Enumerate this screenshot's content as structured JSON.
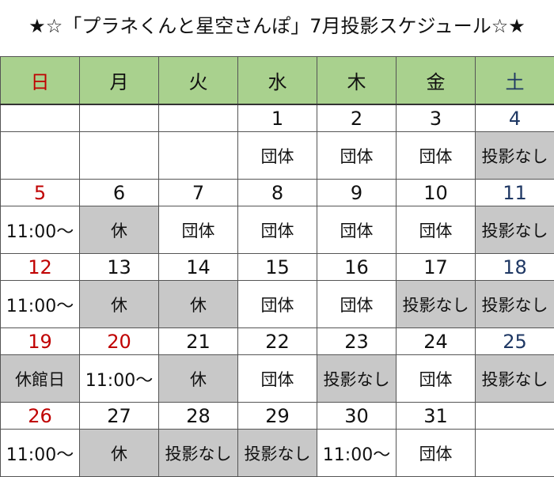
{
  "title": "★☆「プラネくんと星空さんぽ」7月投影スケジュール☆★",
  "weekdays": [
    "日",
    "月",
    "火",
    "水",
    "木",
    "金",
    "土"
  ],
  "weeks": [
    {
      "days": [
        "",
        "",
        "",
        "1",
        "2",
        "3",
        "4"
      ],
      "events": [
        "",
        "",
        "",
        "団体",
        "団体",
        "団体",
        "投影なし"
      ]
    },
    {
      "days": [
        "5",
        "6",
        "7",
        "8",
        "9",
        "10",
        "11"
      ],
      "events": [
        "11:00～",
        "休",
        "団体",
        "団体",
        "団体",
        "団体",
        "投影なし"
      ]
    },
    {
      "days": [
        "12",
        "13",
        "14",
        "15",
        "16",
        "17",
        "18"
      ],
      "events": [
        "11:00～",
        "休",
        "休",
        "団体",
        "団体",
        "投影なし",
        "投影なし"
      ]
    },
    {
      "days": [
        "19",
        "20",
        "21",
        "22",
        "23",
        "24",
        "25"
      ],
      "events": [
        "休館日",
        "11:00～",
        "休",
        "団体",
        "投影なし",
        "団体",
        "投影なし"
      ]
    },
    {
      "days": [
        "26",
        "27",
        "28",
        "29",
        "30",
        "31",
        ""
      ],
      "events": [
        "11:00～",
        "休",
        "投影なし",
        "投影なし",
        "11:00～",
        "団体",
        ""
      ]
    }
  ],
  "colors": {
    "header_bg": "#a9d18e",
    "closed_bg": "#c8c8c8",
    "sunday_holiday": "#c00000",
    "saturday": "#1f3864"
  }
}
